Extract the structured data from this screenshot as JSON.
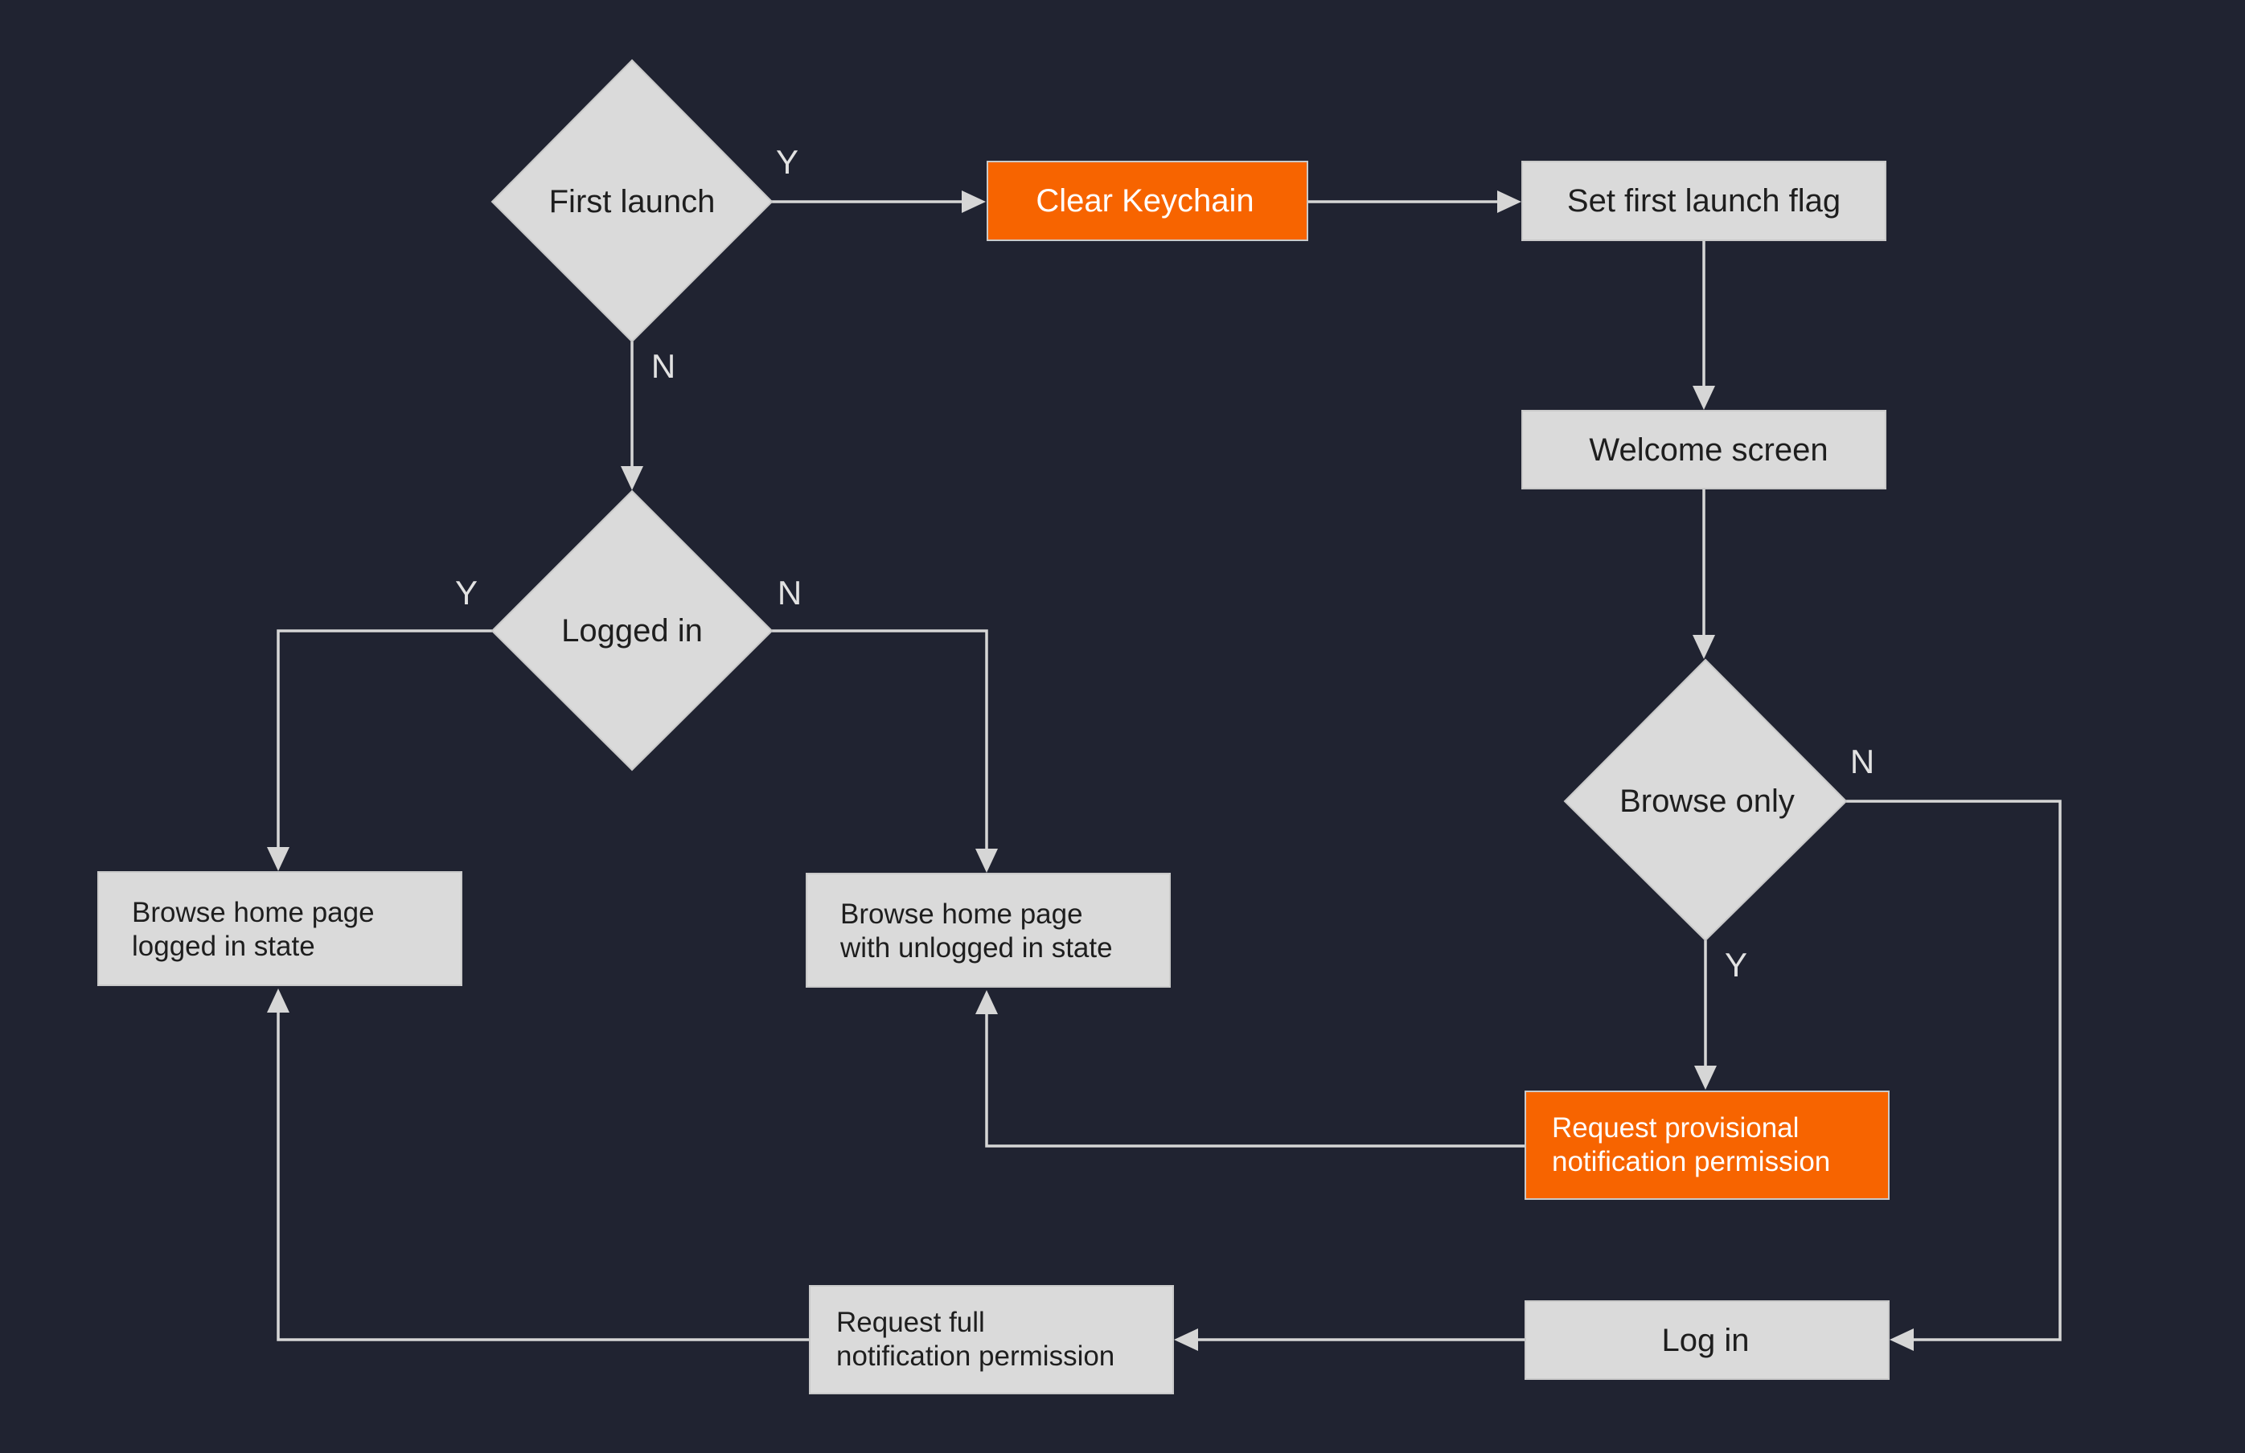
{
  "colors": {
    "background": "#202331",
    "node_fill": "#dadada",
    "highlight_fill": "#f76400",
    "edge": "#d6d6d6",
    "label": "#e2e2e2"
  },
  "nodes": {
    "first_launch": "First launch",
    "clear_keychain": "Clear Keychain",
    "set_first_launch_flag": "Set first launch flag",
    "welcome_screen": "Welcome screen",
    "logged_in": "Logged in",
    "browse_only": "Browse only",
    "browse_logged_in": [
      "Browse home page",
      "logged in state"
    ],
    "browse_unlogged_in": [
      "Browse home page",
      "with unlogged in state"
    ],
    "request_provisional": [
      "Request provisional",
      "notification permission"
    ],
    "request_full": [
      "Request full",
      "notification permission"
    ],
    "log_in": "Log in"
  },
  "edge_labels": {
    "first_launch_yes": "Y",
    "first_launch_no": "N",
    "logged_in_yes": "Y",
    "logged_in_no": "N",
    "browse_only_no": "N",
    "browse_only_yes": "Y"
  }
}
